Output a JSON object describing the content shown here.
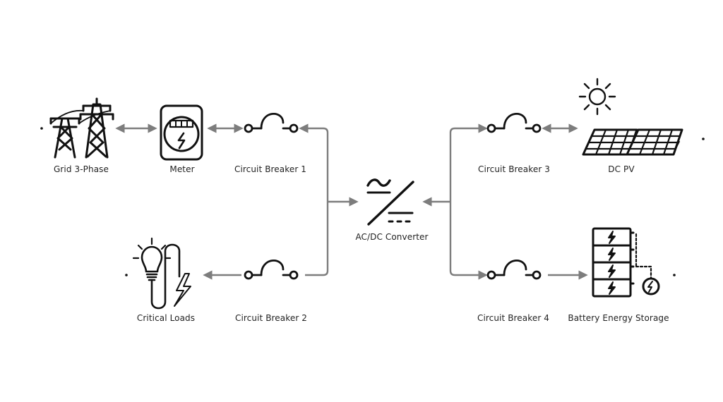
{
  "colors": {
    "wire": "#7d7d7d",
    "icon": "#111111",
    "background": "#ffffff"
  },
  "nodes": {
    "grid": {
      "label": "Grid 3-Phase",
      "icon": "transmission-tower-icon"
    },
    "meter": {
      "label": "Meter",
      "icon": "electric-meter-icon"
    },
    "cb1": {
      "label": "Circuit Breaker 1",
      "icon": "circuit-breaker-icon"
    },
    "cb2": {
      "label": "Circuit Breaker 2",
      "icon": "circuit-breaker-icon"
    },
    "cb3": {
      "label": "Circuit Breaker 3",
      "icon": "circuit-breaker-icon"
    },
    "cb4": {
      "label": "Circuit Breaker 4",
      "icon": "circuit-breaker-icon"
    },
    "converter": {
      "label": "AC/DC Converter",
      "icon": "ac-dc-converter-icon"
    },
    "loads": {
      "label": "Critical Loads",
      "icon": "lightbulb-lightning-icon"
    },
    "pv": {
      "label": "DC PV",
      "icon": "solar-panel-icon"
    },
    "battery": {
      "label": "Battery Energy Storage",
      "icon": "battery-stack-icon"
    }
  }
}
